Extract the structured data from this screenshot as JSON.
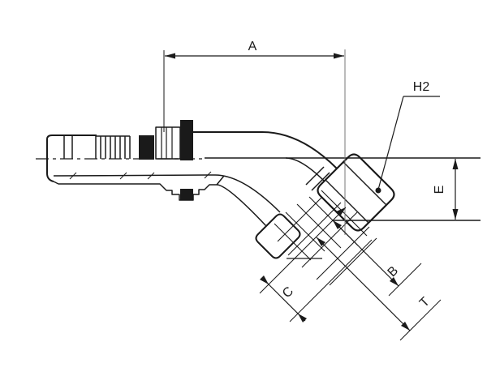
{
  "labels": {
    "dim_a": "A",
    "hex_size": "H2",
    "dim_e": "E",
    "dim_b": "B",
    "dim_c": "C",
    "dim_t": "T"
  },
  "colors": {
    "line": "#1a1a1a",
    "thin_extension_line": "#777777",
    "background": "#ffffff"
  },
  "drawing_type": "technical-line-drawing-45-degree-elbow-hose-fitting"
}
